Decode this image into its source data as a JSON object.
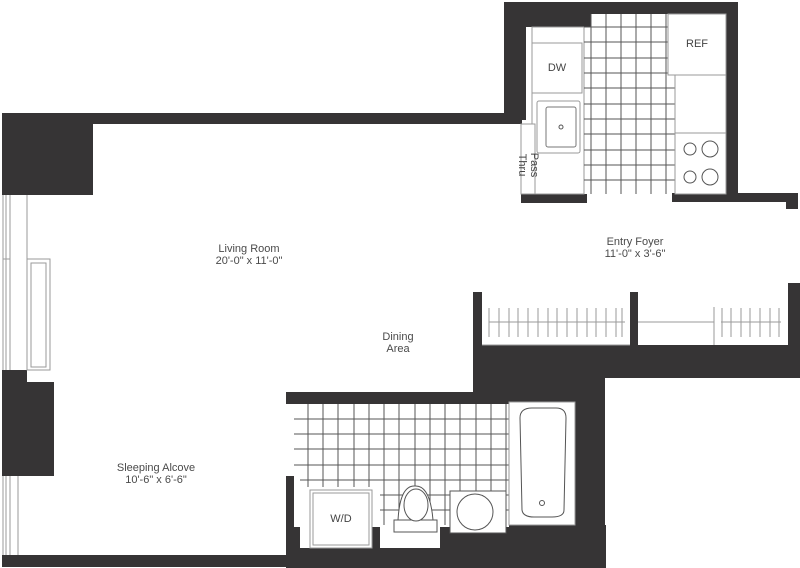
{
  "colors": {
    "wall": "#363435",
    "line": "#9a9a9a",
    "fixture_line": "#555555",
    "background": "#ffffff",
    "text": "#4a4a4a"
  },
  "rooms": [
    {
      "id": "living",
      "name": "Living Room",
      "dims": "20'-0\" x 11'-0\""
    },
    {
      "id": "dining",
      "name": "Dining",
      "name2": "Area"
    },
    {
      "id": "sleeping",
      "name": "Sleeping Alcove",
      "dims": "10'-6\" x 6'-6\""
    },
    {
      "id": "foyer",
      "name": "Entry Foyer",
      "dims": "11'-0\" x 3'-6\""
    }
  ],
  "appliances": {
    "dishwasher": "DW",
    "refrigerator": "REF",
    "pass_thru": "Pass Thru",
    "washer_dryer": "W/D"
  }
}
